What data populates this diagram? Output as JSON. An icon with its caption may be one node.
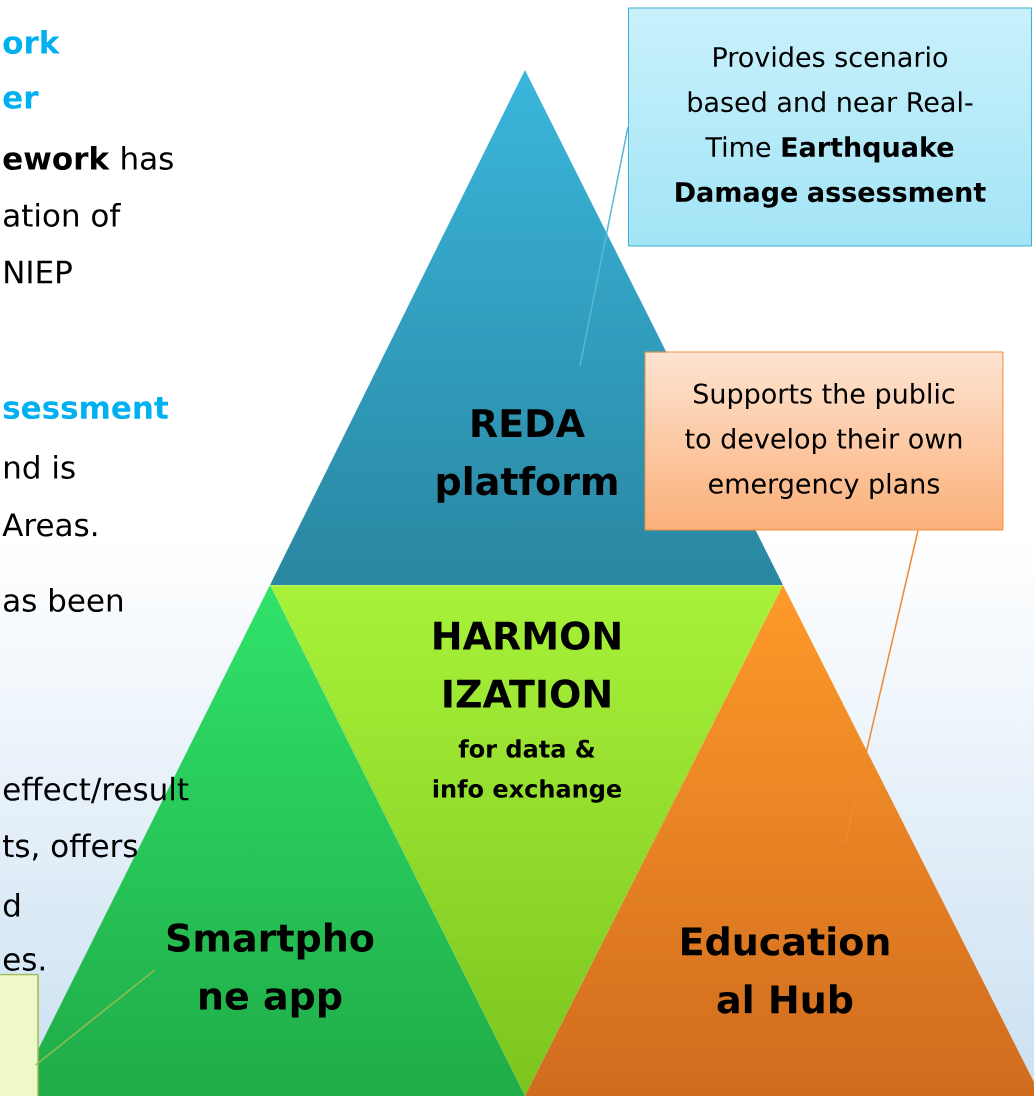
{
  "diagram": {
    "nodes": [
      {
        "text": [
          "REDA platform"
        ]
      },
      {
        "text": [
          "HARMON IZATION",
          "for data & info exchange"
        ]
      },
      {
        "text": [
          "Smartpho ne app"
        ]
      },
      {
        "text": [
          "Education al Hub"
        ]
      },
      {
        "text": [
          "Provides scenario based and near Real-Time **Earthquake Damage assessment**"
        ]
      },
      {
        "text": [
          "Supports the public to develop their own emergency plans"
        ]
      },
      {
        "text": [],
        "shape": "box"
      }
    ],
    "edges": [
      {
        "from": 4,
        "to": 0,
        "arrow": "none",
        "color": "#5ab8d6"
      },
      {
        "from": 5,
        "to": 3,
        "arrow": "none",
        "color": "#f08a30"
      },
      {
        "from": 6,
        "to": 2,
        "arrow": "none",
        "color": "#9cbc50"
      }
    ],
    "labels": [
      "ork",
      "er",
      "**ework** has",
      "ation of",
      "NIEP",
      "sessment",
      "nd is",
      "Areas.",
      "as been",
      "effect/result",
      "ts, offers",
      "d",
      "es."
    ]
  }
}
